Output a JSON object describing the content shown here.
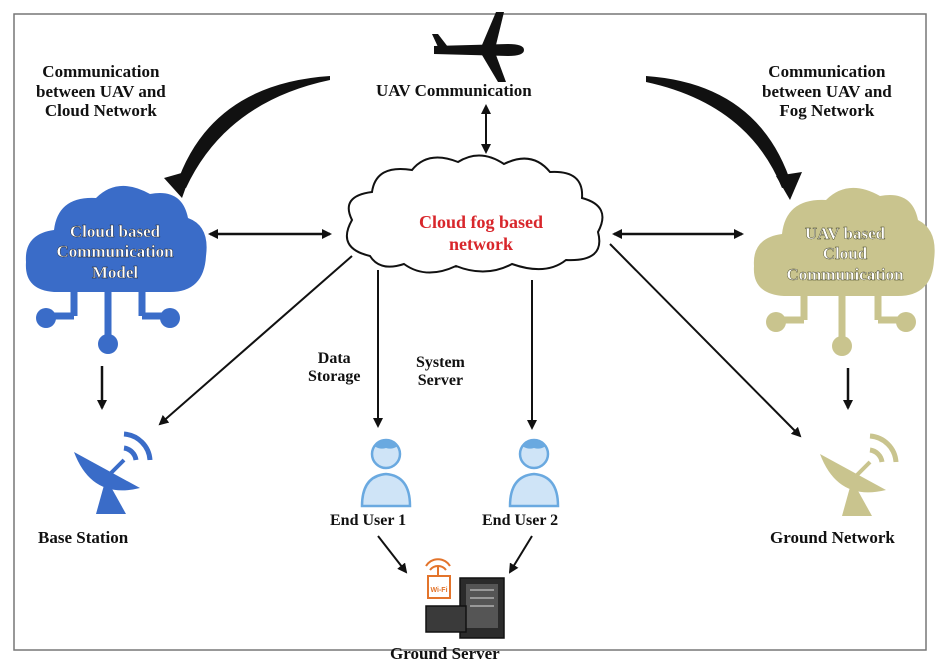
{
  "title": "UAV Communication",
  "left_annotation": [
    "Communication",
    "between UAV and",
    "Cloud Network"
  ],
  "right_annotation": [
    "Communication",
    "between UAV and",
    "Fog Network"
  ],
  "center_cloud": [
    "Cloud  fog based",
    "network"
  ],
  "left_cloud": [
    "Cloud based",
    "Communication",
    "Model"
  ],
  "right_cloud": [
    "UAV based",
    "Cloud",
    "Communication"
  ],
  "data_storage": [
    "Data",
    "Storage"
  ],
  "system_server": [
    "System",
    "Server"
  ],
  "end_user_1": "End User 1",
  "end_user_2": "End User 2",
  "base_station": "Base Station",
  "ground_network": "Ground Network",
  "ground_server": "Ground Server",
  "wifi_badge": "Wi-Fi",
  "colors": {
    "blue": "#3a6cc8",
    "olive": "#c9c48e",
    "red_text": "#d8262b",
    "user_blue": "#6aa9e0"
  }
}
